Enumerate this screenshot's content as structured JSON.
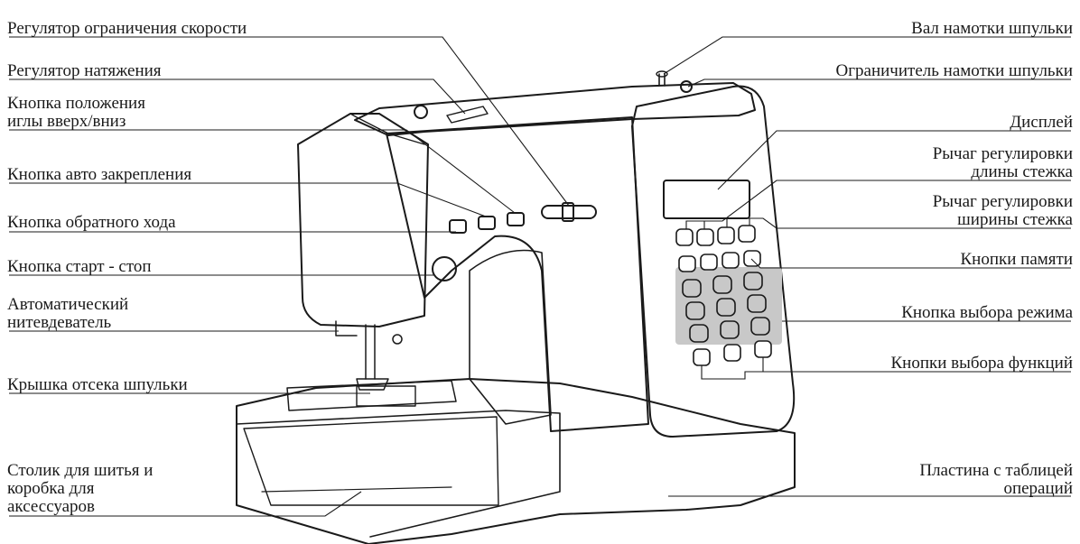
{
  "labels": {
    "speed_limit": "Регулятор ограничения скорости",
    "tension": "Регулятор натяжения",
    "needle_pos_1": "Кнопка положения",
    "needle_pos_2": "иглы вверх/вниз",
    "auto_lock": "Кнопка авто закрепления",
    "reverse": "Кнопка обратного хода",
    "start_stop": "Кнопка старт - стоп",
    "threader_1": "Автоматический",
    "threader_2": "нитевдеватель",
    "bobbin_cover": "Крышка отсека шпульки",
    "table_1": "Столик для шитья и",
    "table_2": "коробка для",
    "table_3": "аксессуаров",
    "bobbin_shaft": "Вал намотки шпульки",
    "bobbin_stop": "Ограничитель намотки шпульки",
    "display": "Дисплей",
    "length_1": "Рычаг регулировки",
    "length_2": "длины стежка",
    "width_1": "Рычаг регулировки",
    "width_2": "ширины стежка",
    "memory": "Кнопки памяти",
    "mode": "Кнопка выбора режима",
    "functions": "Кнопки выбора функций",
    "plate_1": "Пластина с таблицей",
    "plate_2": "операций"
  },
  "colors": {
    "line": "#1a1a1a",
    "keypad_panel": "#c8c8c8",
    "background": "#ffffff"
  }
}
